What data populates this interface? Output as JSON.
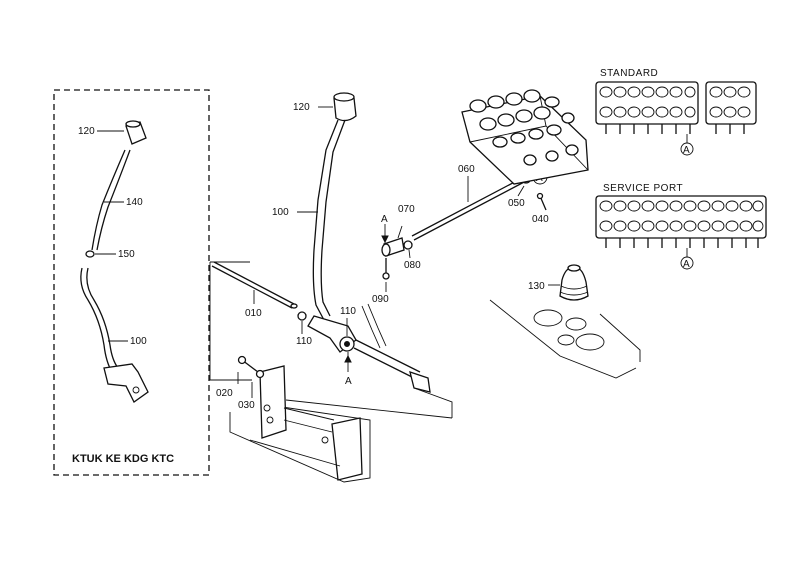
{
  "variant_box": {
    "caption": "KTUK KE KDG KTC",
    "callouts": {
      "knob": "120",
      "lever_upper": "140",
      "joint": "150",
      "lever_lower": "100"
    }
  },
  "main_assembly": {
    "callouts": {
      "knob": "120",
      "lever": "100",
      "rod": "010",
      "bush_left": "110",
      "bush_right": "110",
      "bolt": "020",
      "washer": "030",
      "link_rod": "060",
      "pin": "070",
      "clip": "080",
      "bolt_lower": "090",
      "joint_end": "050",
      "pin_end": "040",
      "boot": "130"
    },
    "ref_marks": {
      "a_pin": "A",
      "a_bush": "A",
      "a_valve": "A"
    }
  },
  "valve_banks": {
    "standard": {
      "heading": "STANDARD",
      "ref": "A"
    },
    "service_port": {
      "heading": "SERVICE PORT",
      "ref": "A"
    }
  }
}
